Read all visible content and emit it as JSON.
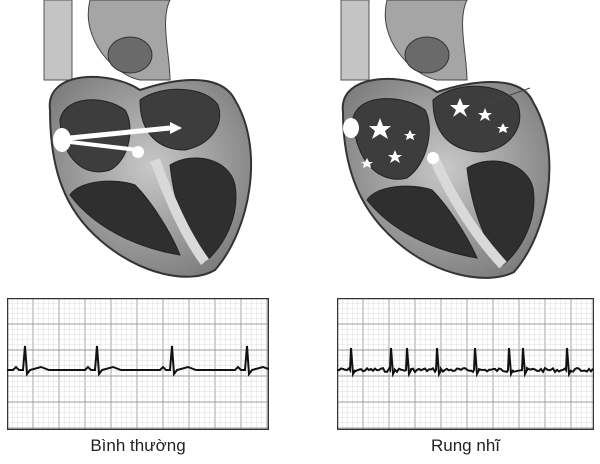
{
  "panels": [
    {
      "caption": "Bình thường",
      "rhythm": "normal"
    },
    {
      "caption": "Rung nhĩ",
      "rhythm": "atrial-fibrillation"
    }
  ],
  "colors": {
    "myocardium": "#9a9a9a",
    "chamber": "#3a3a3a",
    "vessel": "#bdbdbd",
    "grid_minor": "#d4d4d4",
    "grid_major": "#9c9c9c",
    "trace": "#111111"
  }
}
